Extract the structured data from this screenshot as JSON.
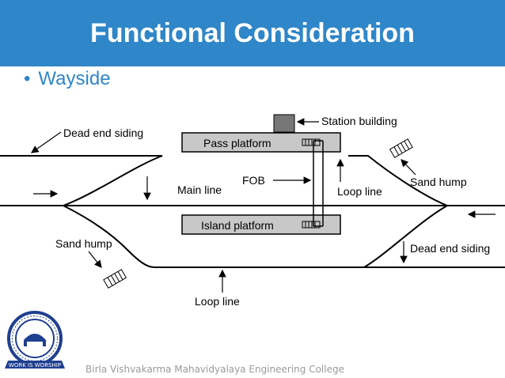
{
  "title": "Functional Consideration",
  "bullet": "Wayside",
  "diagram": {
    "labels": {
      "dead_end_siding_top": "Dead end siding",
      "station_building": "Station building",
      "pass_platform": "Pass platform",
      "sand_hump_right": "Sand hump",
      "fob": "FOB",
      "main_line": "Main line",
      "loop_line_right": "Loop line",
      "island_platform": "Island platform",
      "sand_hump_left": "Sand hump",
      "dead_end_siding_bottom": "Dead end siding",
      "loop_line_bottom": "Loop line"
    }
  },
  "footer": "Birla Vishvakarma Mahavidyalaya Engineering College",
  "logo": {
    "ribbon_text": "WORK IS WORSHIP",
    "accent": "#1f3f8f"
  }
}
